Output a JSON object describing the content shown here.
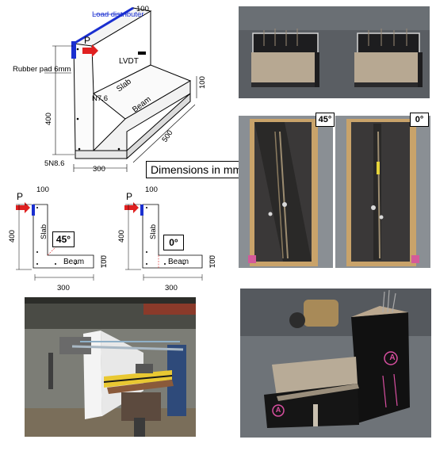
{
  "iso_figure": {
    "load_distributor": "Load distributer",
    "top_width": "100",
    "load_symbol": "P",
    "lvdt": "LVDT",
    "rubber_pad": "Rubber pad 6mm",
    "slab": "Slab",
    "n_bar": "N7.6",
    "beam": "Beam",
    "side_height": "100",
    "height": "400",
    "length": "500",
    "bottom_bars": "5N8.6",
    "width": "300",
    "dimensions_note": "Dimensions in mm"
  },
  "section_45": {
    "load_symbol": "P",
    "top_width": "100",
    "height": "400",
    "slab": "Slab",
    "angle": "45°",
    "beam": "Beam",
    "beam_height": "100",
    "width": "300"
  },
  "section_0": {
    "load_symbol": "P",
    "top_width": "100",
    "height": "400",
    "slab": "Slab",
    "angle": "0°",
    "beam": "Beam",
    "beam_height": "100",
    "width": "300"
  },
  "photos": {
    "formwork_angle_left": "45°",
    "formwork_angle_right": "0°",
    "specimen_mark_1": "A",
    "specimen_mark_2": "A"
  },
  "colors": {
    "load_arrow": "#e02020",
    "load_distributor": "#1a2fd0",
    "rubber_pad": "#1a2fd0",
    "timber": "#c9a36a",
    "concrete": "#b8ab97"
  }
}
